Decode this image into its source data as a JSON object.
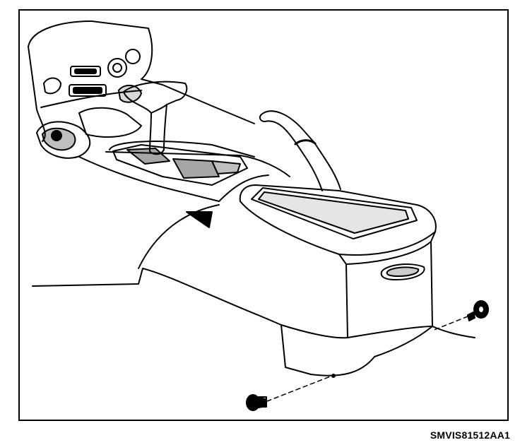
{
  "figure": {
    "code": "SMVIS81512AA1",
    "ink_color": "#000000",
    "paper_color": "#ffffff",
    "parts": [
      "instrument-panel-controls",
      "shift-lever",
      "parking-brake-lever",
      "console-armrest",
      "console-screw-left",
      "console-screw-right"
    ]
  }
}
